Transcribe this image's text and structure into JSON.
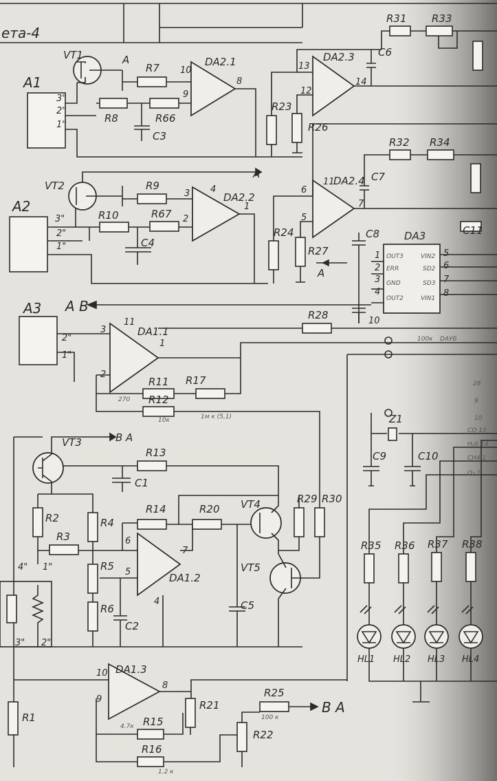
{
  "title_fragment": "ета-4",
  "blocks": {
    "a1": "A1",
    "a2": "A2",
    "a3": "A3"
  },
  "transistors": {
    "vt1": "VT1",
    "vt2": "VT2",
    "vt3": "VT3",
    "vt4": "VT4",
    "vt5": "VT5"
  },
  "opamps": {
    "da21": "DA2.1",
    "da22": "DA2.2",
    "da23": "DA2.3",
    "da24": "DA2.4",
    "da11": "DA1.1",
    "da12": "DA1.2",
    "da13": "DA1.3",
    "da3": "DA3"
  },
  "resistors": {
    "r1": "R1",
    "r2": "R2",
    "r3": "R3",
    "r4": "R4",
    "r5": "R5",
    "r6": "R6",
    "r7": "R7",
    "r8": "R8",
    "r9": "R9",
    "r10": "R10",
    "r11": "R11",
    "r12": "R12",
    "r13": "R13",
    "r14": "R14",
    "r15": "R15",
    "r16": "R16",
    "r17": "R17",
    "r20": "R20",
    "r21": "R21",
    "r22": "R22",
    "r23": "R23",
    "r24": "R24",
    "r25": "R25",
    "r26": "R26",
    "r27": "R27",
    "r28": "R28",
    "r29": "R29",
    "r30": "R30",
    "r31": "R31",
    "r32": "R32",
    "r33": "R33",
    "r34": "R34",
    "r35": "R35",
    "r36": "R36",
    "r37": "R37",
    "r38": "R38",
    "r66": "R66",
    "r67": "R67"
  },
  "capacitors": {
    "c1": "C1",
    "c2": "C2",
    "c3": "C3",
    "c4": "C4",
    "c5": "C5",
    "c6": "C6",
    "c7": "C7",
    "c8": "C8",
    "c9": "C9",
    "c10": "C10",
    "c11": "C11"
  },
  "leds": {
    "hl1": "HL1",
    "hl2": "HL2",
    "hl3": "HL3",
    "hl4": "HL4"
  },
  "crystal": "Z1",
  "net": {
    "a": "A",
    "ab": "A B",
    "ba": "B A"
  },
  "pins": {
    "p3": "3\"",
    "p2": "2\"",
    "p1": "1\"",
    "p4": "4\"",
    "n1": "1",
    "n2": "2",
    "n3": "3",
    "n4": "4",
    "n5": "5",
    "n6": "6",
    "n7": "7",
    "n8": "8",
    "n9": "9",
    "n10": "10",
    "n11": "11",
    "n12": "12",
    "n13": "13",
    "n14": "14"
  },
  "da3_pins": {
    "out3": "OUT3",
    "err": "ERR",
    "gnd": "GND",
    "out2": "OUT2",
    "vin2": "VIN2",
    "sd2": "SD2",
    "sd3": "SD3",
    "vin1": "VIN1"
  },
  "notes": {
    "n100k": "100к",
    "daub": "DAУБ",
    "r11v": "270",
    "r17v": "1м к (5,1)",
    "r12v": "10к",
    "r15v": "4.7к",
    "r16v": "1.2 к",
    "r25v": "100 к"
  },
  "right_edge": {
    "e9": "9",
    "e10": "10",
    "co": "СО 15",
    "h2s": "H₂S 14",
    "ch4": "СН4 1",
    "o2": "О₂ 1",
    "e28": "28"
  }
}
